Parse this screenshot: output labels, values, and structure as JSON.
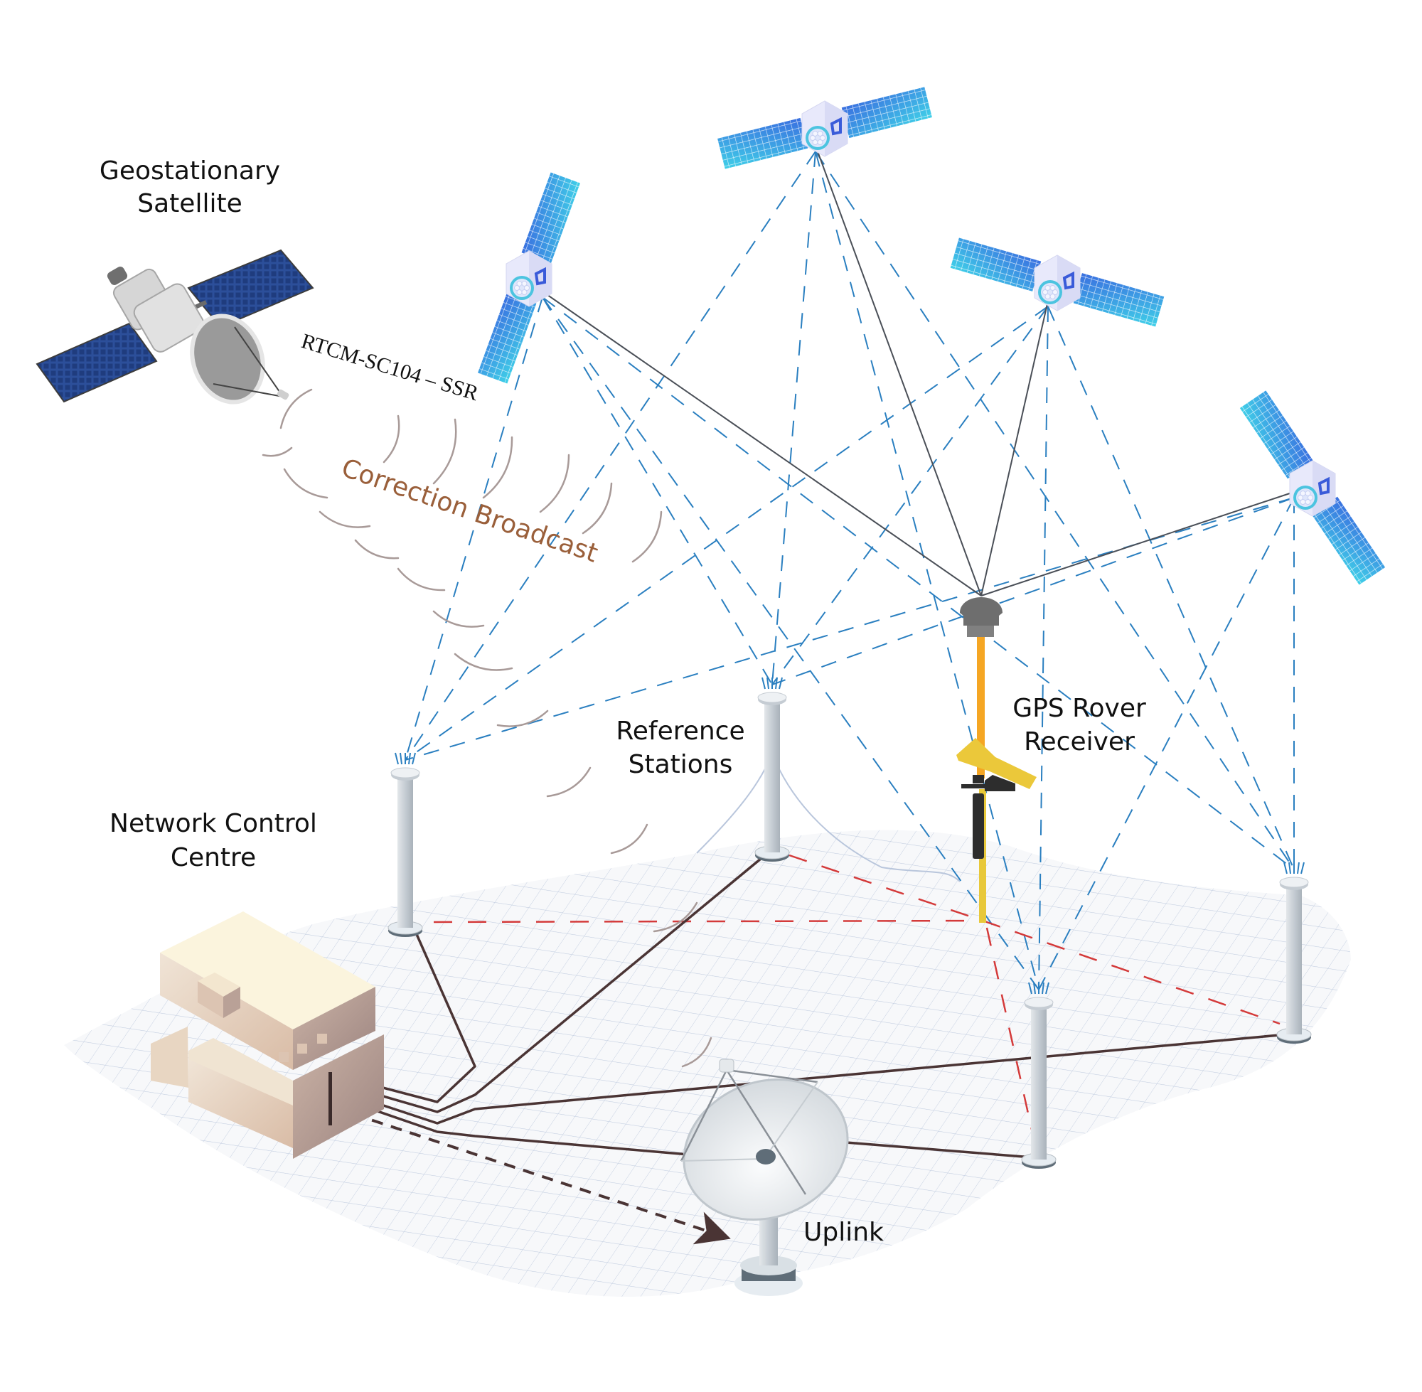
{
  "title": "Network RTK / SSR correction broadcast diagram",
  "labels": {
    "geostationary": [
      "Geostationary",
      "Satellite"
    ],
    "protocol": "RTCM-SC104 – SSR",
    "broadcast": "Correction Broadcast",
    "reference_stations": [
      "Reference",
      "Stations"
    ],
    "rover": [
      "GPS Rover",
      "Receiver"
    ],
    "control_centre": [
      "Network Control",
      "Centre"
    ],
    "uplink": "Uplink"
  },
  "colors": {
    "signal_dashed": "#2a7fc0",
    "receiver_link": "#4a4f57",
    "ground_cable": "#4a3434",
    "baseline_dashed": "#d43a3a",
    "broadcast_arc": "#a89a98",
    "broadcast_text": "#9a5f3a",
    "solar_panel_dark": "#3a6fe0",
    "solar_panel_light": "#40d0e8",
    "rover_pole": "#f5a623",
    "rover_pole_lower": "#e8c83a",
    "rover_bracket": "#ebc83a",
    "mesh_line": "#b9c6dc",
    "building_light": "#f3e6cf",
    "building_dark": "#b99e92",
    "pillar": "#c5ccd3"
  },
  "nodes": {
    "gnss_satellites": [
      "sat-1",
      "sat-2",
      "sat-3",
      "sat-4"
    ],
    "reference_stations": [
      "station-1",
      "station-2",
      "station-3",
      "station-4"
    ],
    "rover": "rover",
    "control_centre": "network-control-centre",
    "uplink": "uplink-dish",
    "geostationary": "geostationary-satellite"
  }
}
